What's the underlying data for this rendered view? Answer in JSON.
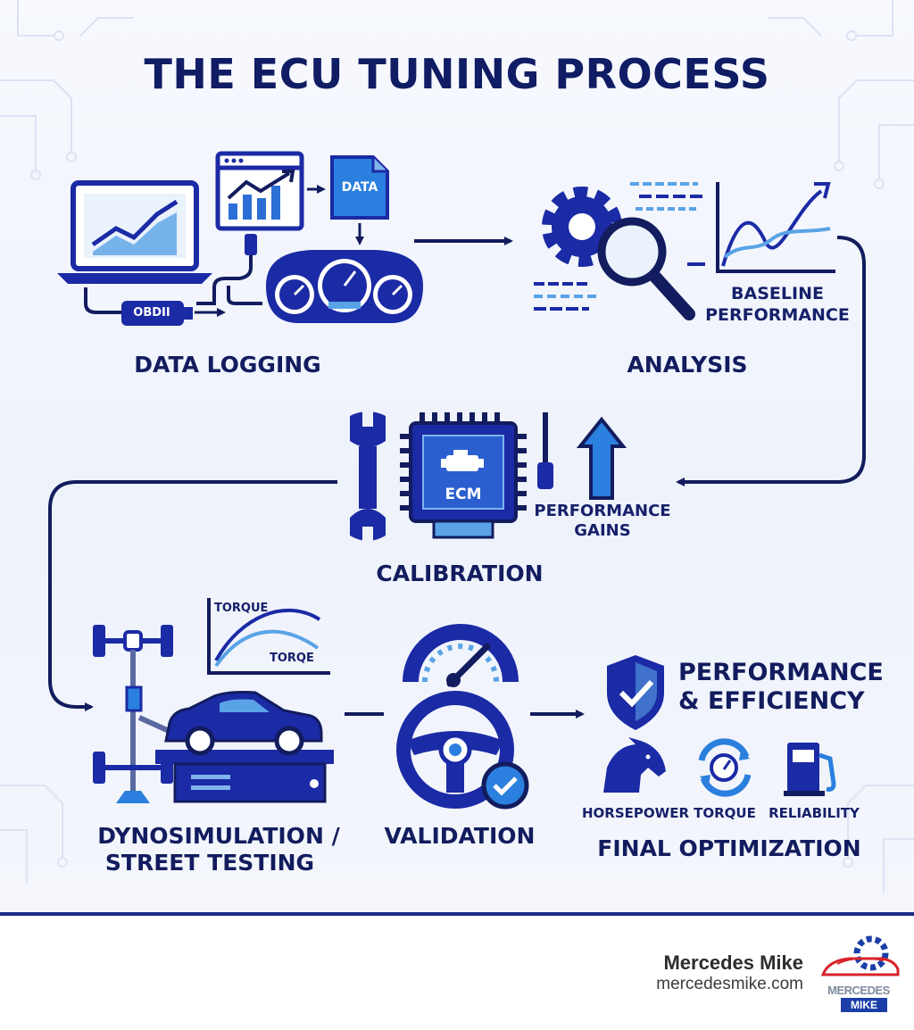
{
  "title": "THE ECU TUNING PROCESS",
  "stages": {
    "data_logging": {
      "label": "DATA LOGGING",
      "file_label": "DATA",
      "port_label": "OBDII"
    },
    "analysis": {
      "label": "ANALYSIS",
      "baseline_line1": "BASELINE",
      "baseline_line2": "PERFORMANCE"
    },
    "calibration": {
      "label": "CALIBRATION",
      "chip_label": "ECM",
      "gains_line1": "PERFORMANCE",
      "gains_line2": "GAINS"
    },
    "dyno": {
      "label_line1": "DYNOSIMULATION /",
      "label_line2": "STREET TESTING",
      "curve_label_1": "TORQUE",
      "curve_label_2": "TORQE"
    },
    "validation": {
      "label": "VALIDATION"
    },
    "final": {
      "heading_line1": "PERFORMANCE",
      "heading_line2": "& EFFICIENCY",
      "metrics": [
        "HORSEPOWER",
        "TORQUE",
        "RELIABILITY"
      ],
      "label": "FINAL OPTIMIZATION"
    }
  },
  "footer": {
    "brand": "Mercedes Mike",
    "url": "mercedesmike.com",
    "logo_text_1": "MERCEDES",
    "logo_text_2": "MIKE"
  },
  "colors": {
    "navy": "#101c63",
    "royal": "#1b2aa5",
    "bright": "#2b6fd6",
    "light": "#5aa3e6"
  }
}
